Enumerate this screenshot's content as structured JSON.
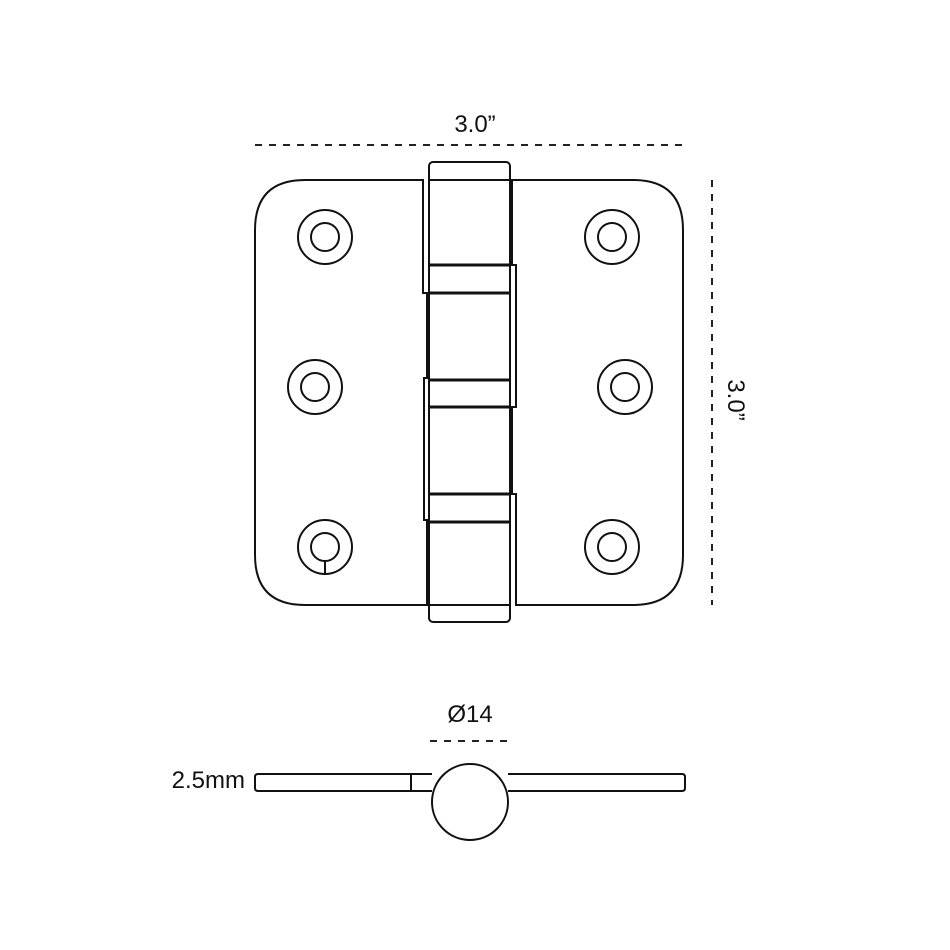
{
  "title": "Hinge dimension drawing",
  "dimensions": {
    "width_label": "3.0”",
    "height_label": "3.0”",
    "knuckle_diameter_label": "Ø14",
    "thickness_label": "2.5mm"
  },
  "colors": {
    "line": "#111111",
    "background": "#ffffff"
  }
}
